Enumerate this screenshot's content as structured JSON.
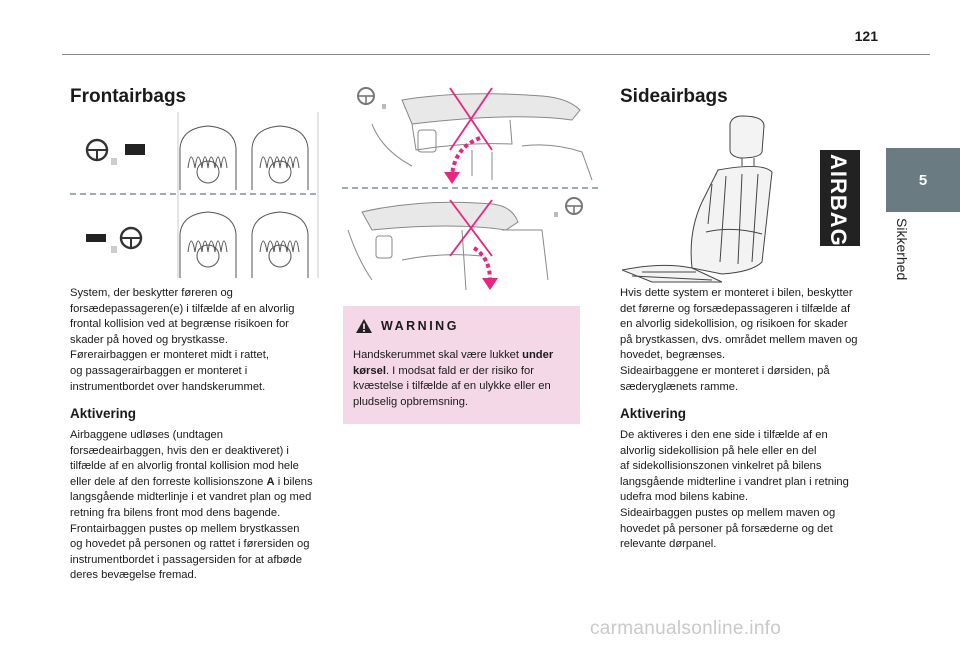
{
  "page_number": "121",
  "chapter": {
    "number": "5",
    "label": "Sikkerhed"
  },
  "col1": {
    "title": "Frontairbags",
    "intro": [
      "System, der beskytter føreren og",
      "forsædepassageren(e) i tilfælde af en alvorlig",
      "frontal kollision ved at begrænse risikoen for",
      "skader på hoved og brystkasse.",
      "Førerairbaggen er monteret midt i rattet,",
      "og passagerairbaggen er monteret i",
      "instrumentbordet over handskerummet."
    ],
    "activation_title": "Aktivering",
    "activation": [
      "Airbaggene udløses (undtagen",
      "forsædeairbaggen, hvis den er deaktiveret) i",
      "tilfælde af en alvorlig frontal kollision mod hele",
      "eller dele af den forreste kollisionszone |A| i bilens",
      "langsgående midterlinje i et vandret plan og med",
      "retning fra bilens front mod dens bagende.",
      "Frontairbaggen pustes op mellem brystkassen",
      "og hovedet på personen og rattet i førersiden og",
      "instrumentbordet i passagersiden for at afbøde",
      "deres bevægelse fremad."
    ]
  },
  "warning": {
    "title": "WARNING",
    "line1_pre": "Handskerummet skal være lukket ",
    "line1_bold": "under",
    "line2_bold": "kørsel",
    "line2_post": ". I modsat fald er der risiko for",
    "line3": "kvæstelse i tilfælde af en ulykke eller en",
    "line4": "pludselig opbremsning."
  },
  "col3": {
    "title": "Sideairbags",
    "airbag_label": "AIRBAG",
    "intro": [
      "Hvis dette system er monteret i bilen, beskytter",
      "det førerne og forsædepassageren i tilfælde af",
      "en alvorlig sidekollision, og risikoen for skader",
      "på brystkassen, dvs. området mellem maven og",
      "hovedet, begrænses.",
      "Sideairbaggene er monteret i dørsiden, på",
      "sæderyglænets ramme."
    ],
    "activation_title": "Aktivering",
    "activation": [
      "De aktiveres i den ene side i tilfælde af en",
      "alvorlig sidekollision på hele eller en del",
      "af sidekollisionszonen vinkelret på bilens",
      "langsgående midterline i vandret plan i retning",
      "udefra mod bilens kabine.",
      "Sideairbaggen pustes op mellem maven og",
      "hovedet på personer på forsæderne og det",
      "relevante dørpanel."
    ]
  },
  "watermark": "carmanualsonline.info",
  "colors": {
    "tab": "#6b7b82",
    "warning_bg": "#f4d8e8",
    "arrow": "#e8257f"
  },
  "icons": [
    "warning-triangle-icon",
    "steering-wheel-icon",
    "seat-icon",
    "airbag-label-icon",
    "dashboard-icon",
    "head-silhouette-icon"
  ]
}
